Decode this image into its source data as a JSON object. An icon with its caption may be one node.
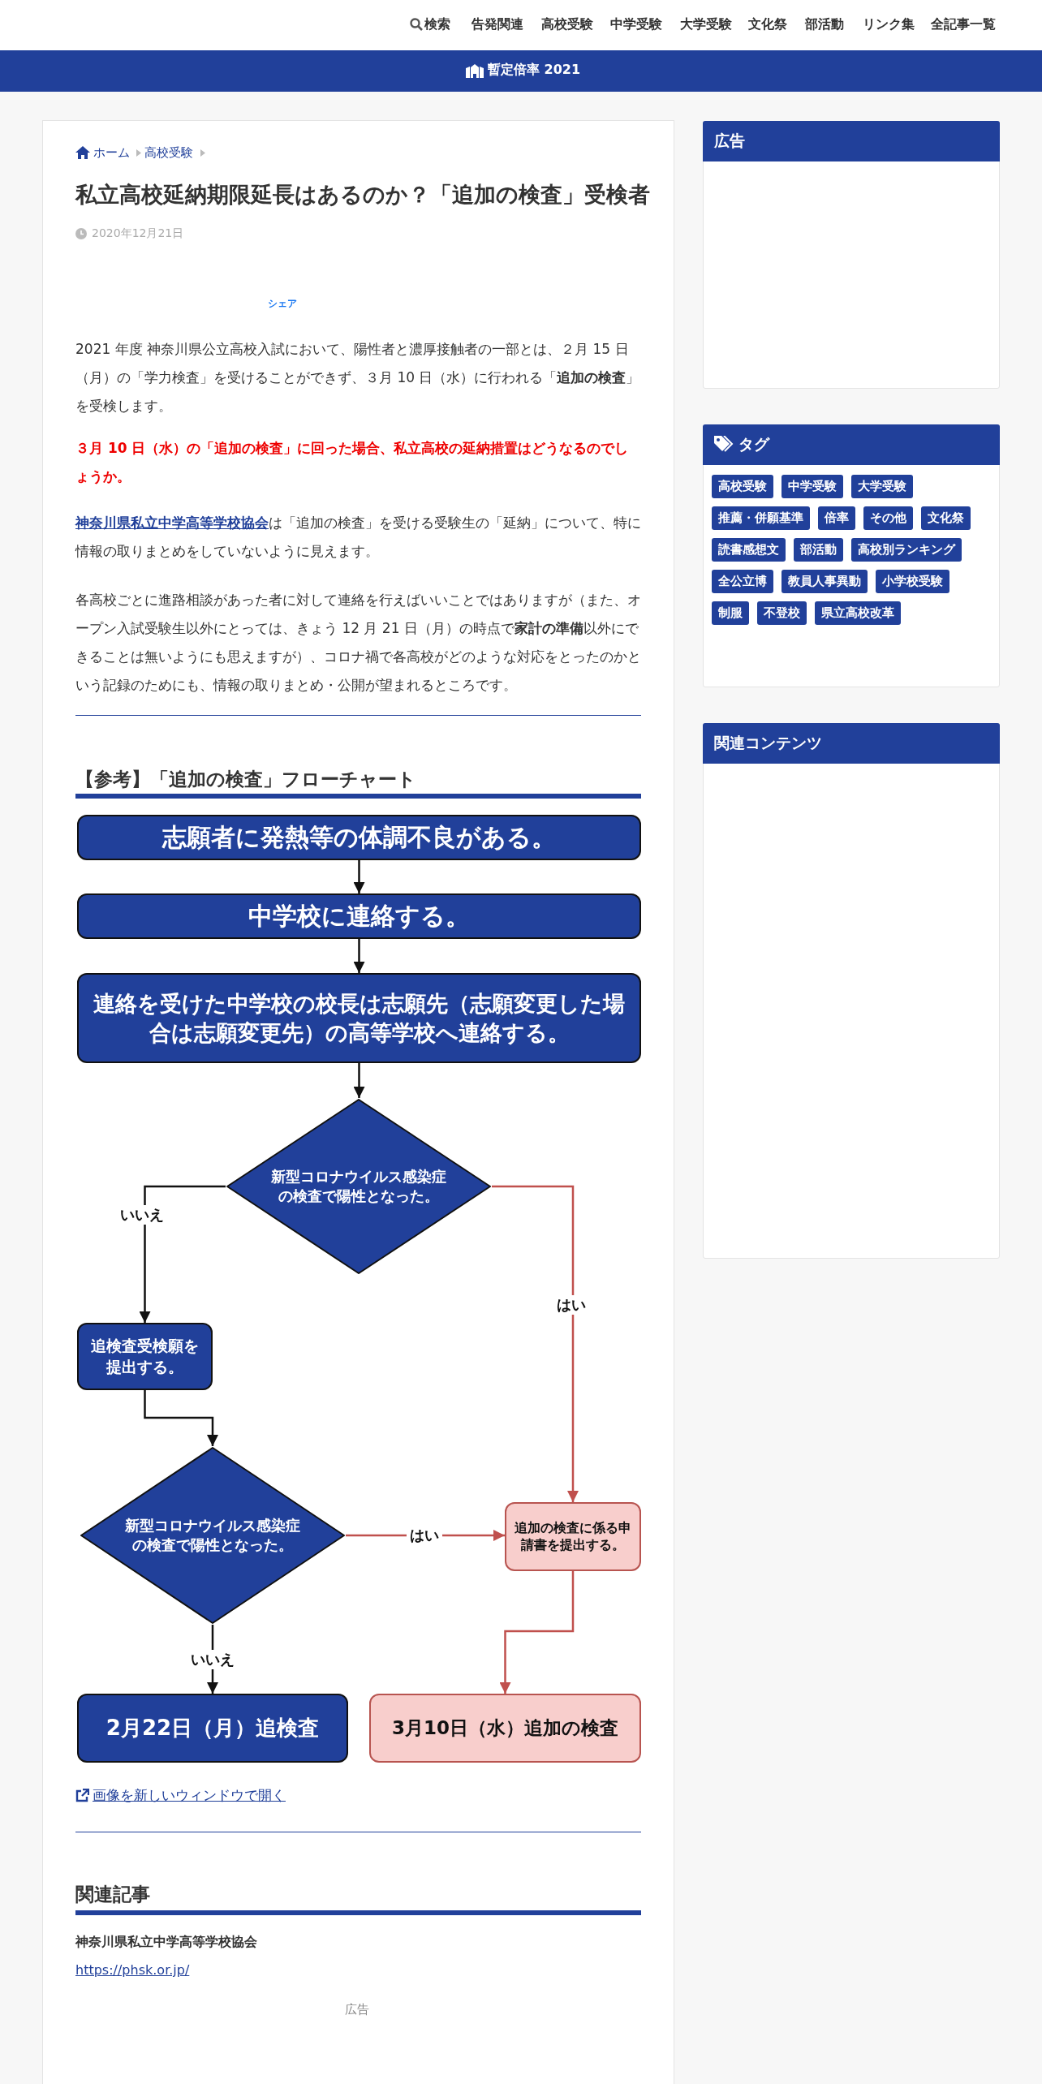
{
  "diagram": {
    "title": "私立高校延納期限延長はあるのか？「追加の検査」受検者",
    "nodes": [
      {
        "text": [
          "志願者に発熱等の体調不良がある。"
        ]
      },
      {
        "text": [
          "中学校に連絡する。"
        ]
      },
      {
        "text": [
          "連絡を受けた中学校の校長は志願先（志願変更した場合は志願変更先）の高等学校へ連絡する。"
        ]
      },
      {
        "text": [
          "新型コロナウイルス感染症の検査で陽性となった。"
        ]
      },
      {
        "text": [
          "追検査受検願を提出する。"
        ]
      },
      {
        "text": [
          "新型コロナウイルス感染症の検査で陽性となった。"
        ]
      },
      {
        "text": [
          "追加の検査に係る申請書を提出する。"
        ]
      },
      {
        "text": [
          "2月22日（月）追検査"
        ]
      },
      {
        "text": [
          "3月10日（水）追加の検査"
        ]
      }
    ],
    "edges": [
      {
        "from": 0,
        "to": 1,
        "arrow": "to"
      },
      {
        "from": 1,
        "to": 2,
        "arrow": "to"
      },
      {
        "from": 2,
        "to": 3,
        "arrow": "to"
      },
      {
        "from": 3,
        "to": 4,
        "arrow": "to",
        "label": "いいえ"
      },
      {
        "from": 3,
        "to": 6,
        "arrow": "to",
        "label": "はい",
        "color": "#c0504d"
      },
      {
        "from": 4,
        "to": 5,
        "arrow": "to"
      },
      {
        "from": 5,
        "to": 6,
        "arrow": "to",
        "label": "はい",
        "color": "#c0504d"
      },
      {
        "from": 5,
        "to": 7,
        "arrow": "to",
        "label": "いいえ"
      },
      {
        "from": 6,
        "to": 8,
        "arrow": "to",
        "color": "#c0504d"
      }
    ],
    "labels": [
      "検索",
      "告発関連",
      "高校受験",
      "中学受験",
      "大学受験",
      "文化祭",
      "部活動",
      "リンク集",
      "全記事一覧",
      "暫定倍率 2021",
      "ホーム",
      "高校受験",
      "2020年12月21日",
      "シェア",
      "2021 年度 神奈川県公立高校入試において、陽性者と濃厚接触者の一部とは、２月 15 日（月）の「学力検査」を受けることができず、３月 10 日（水）に行われる「**追加の検査**」を受検します。",
      "３月 10 日（水）の「追加の検査」に回った場合、私立高校の延納措置はどうなるのでしょうか。",
      "神奈川県私立中学高等学校協会",
      "は「追加の検査」を受ける受験生の「延納」について、特に情報の取りまとめをしていないように見えます。",
      "各高校ごとに進路相談があった者に対して連絡を行えばいいことではありますが（また、オープン入試受験生以外にとっては、きょう 12 月 21 日（月）の時点で**家計の準備**以外にできることは無いようにも思えますが）、コロナ禍で各高校がどのような対応をとったのかという記録のためにも、情報の取りまとめ・公開が望まれるところです。",
      "【参考】「追加の検査」フローチャート",
      "画像を新しいウィンドウで開く",
      "関連記事",
      "神奈川県私立中学高等学校協会",
      "https://phsk.or.jp/",
      "広告",
      "広告",
      "タグ",
      "高校受験",
      "中学受験",
      "大学受験",
      "推薦・併願基準",
      "倍率",
      "その他",
      "文化祭",
      "読書感想文",
      "部活動",
      "高校別ランキング",
      "全公立博",
      "教員人事異動",
      "小学校受験",
      "制服",
      "不登校",
      "県立高校改革",
      "関連コンテンツ"
    ]
  }
}
